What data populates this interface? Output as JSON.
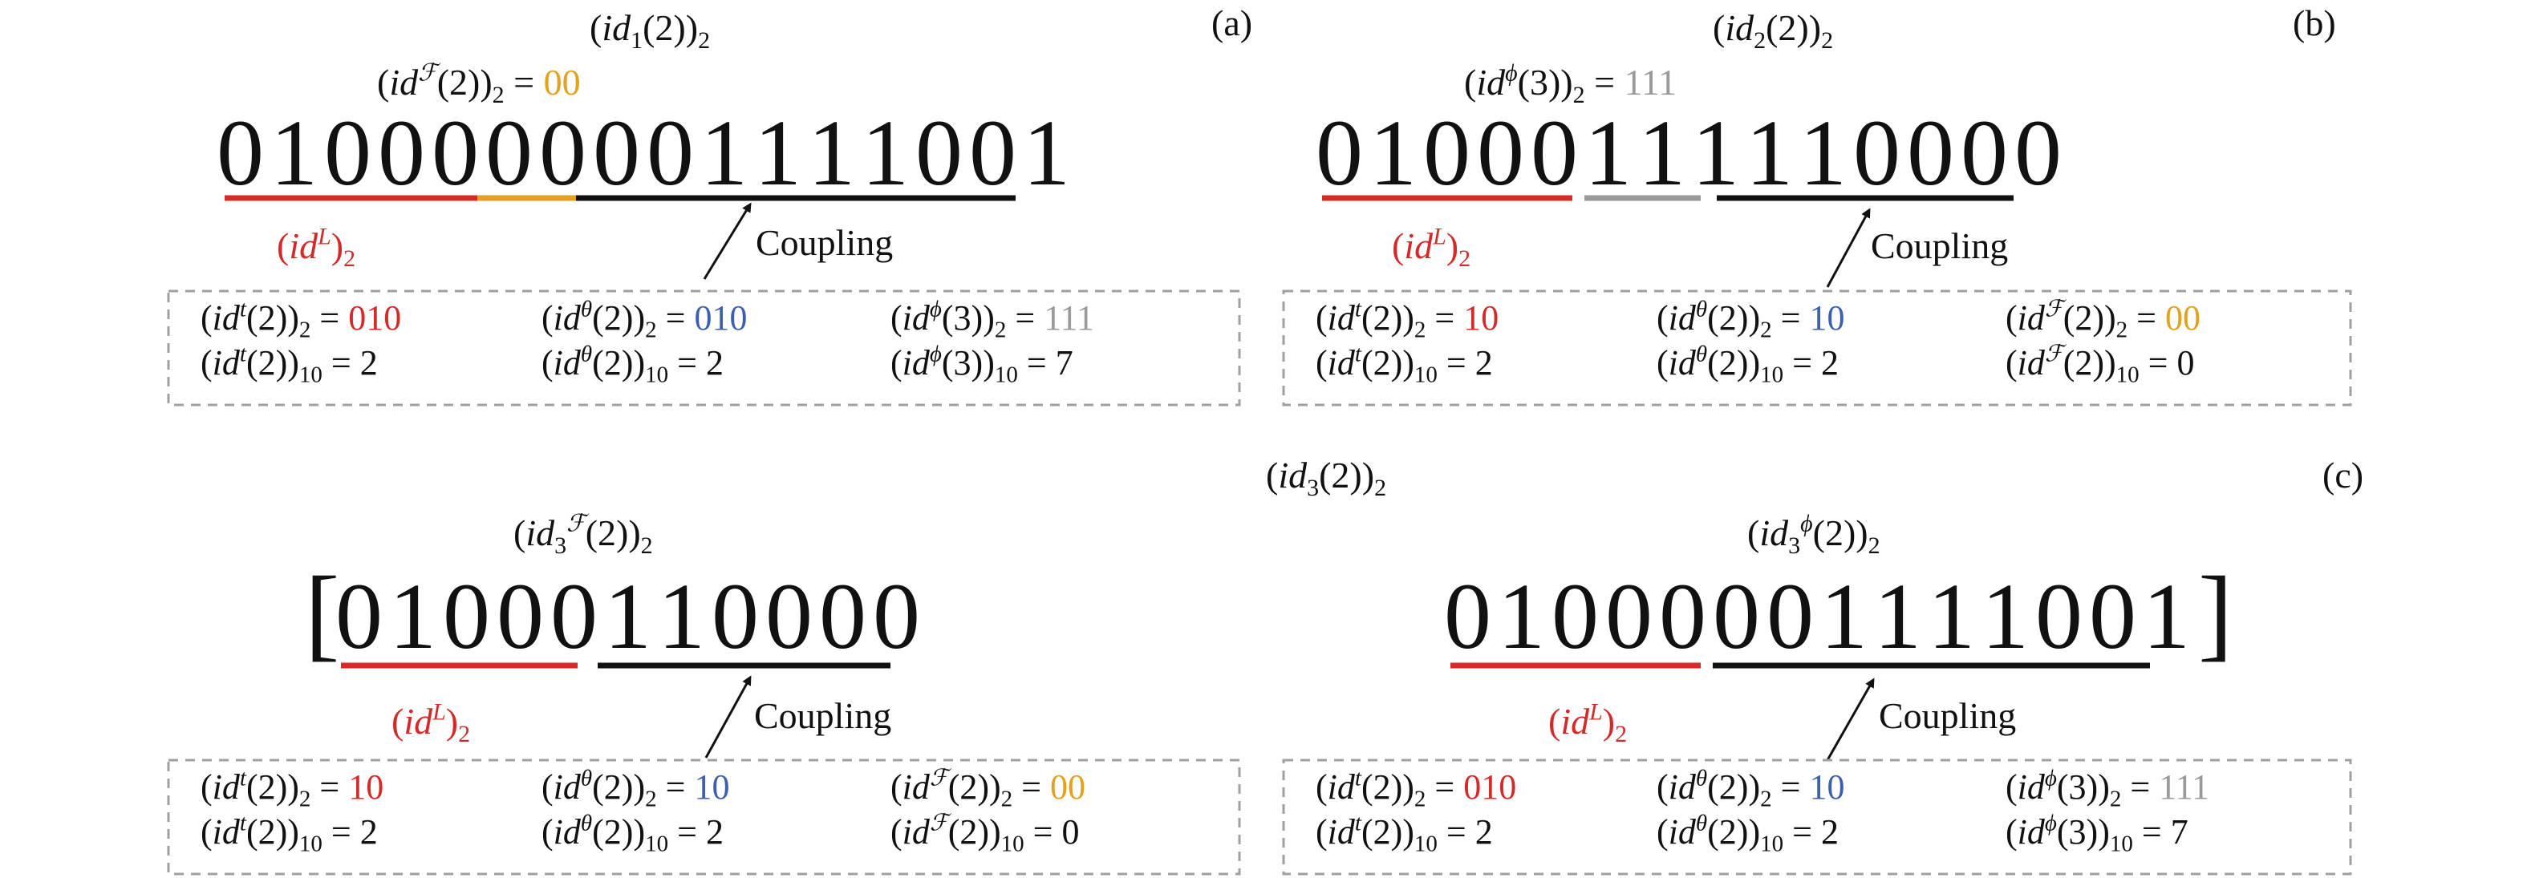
{
  "colors": {
    "black": "#111111",
    "red": "#d42a2a",
    "blue": "#3d5fb0",
    "gray": "#9a9a9a",
    "orange": "#e2a11e",
    "dashed_box": "#a0a0a0"
  },
  "panels": {
    "a": {
      "tag": "(a)",
      "title": "(id1(2))2",
      "top_label": "(idℱ(2))2 = 00",
      "bits": [
        {
          "d": "0",
          "c": "black"
        },
        {
          "d": "1",
          "c": "black"
        },
        {
          "d": "0",
          "c": "black"
        },
        {
          "d": "0",
          "c": "black"
        },
        {
          "d": "0",
          "c": "black"
        },
        {
          "d": "0",
          "c": "orange"
        },
        {
          "d": "0",
          "c": "orange"
        },
        {
          "d": "0",
          "c": "red"
        },
        {
          "d": "0",
          "c": "blue"
        },
        {
          "d": "1",
          "c": "gray"
        },
        {
          "d": "1",
          "c": "red"
        },
        {
          "d": "1",
          "c": "blue"
        },
        {
          "d": "1",
          "c": "gray"
        },
        {
          "d": "0",
          "c": "red"
        },
        {
          "d": "0",
          "c": "blue"
        },
        {
          "d": "1",
          "c": "gray"
        }
      ],
      "leaf_label": "(idL)2",
      "coupling": "Coupling",
      "table": [
        [
          "(idt(2))2 = 010",
          "(idθ(2))2 = 010",
          "(idϕ(3))2 = 111"
        ],
        [
          "(idt(2))10 = 2",
          "(idθ(2))10 = 2",
          "(idϕ(3))10 = 7"
        ]
      ]
    },
    "b": {
      "tag": "(b)",
      "title": "(id2(2))2",
      "top_label": "(idϕ(3))2 = 111",
      "bits": [
        {
          "d": "0",
          "c": "black"
        },
        {
          "d": "1",
          "c": "black"
        },
        {
          "d": "0",
          "c": "black"
        },
        {
          "d": "0",
          "c": "black"
        },
        {
          "d": "0",
          "c": "black"
        },
        {
          "d": "1",
          "c": "gray"
        },
        {
          "d": "1",
          "c": "gray"
        },
        {
          "d": "1",
          "c": "gray"
        },
        {
          "d": "1",
          "c": "red"
        },
        {
          "d": "1",
          "c": "blue"
        },
        {
          "d": "0",
          "c": "orange"
        },
        {
          "d": "0",
          "c": "red"
        },
        {
          "d": "0",
          "c": "blue"
        },
        {
          "d": "0",
          "c": "orange"
        }
      ],
      "leaf_label": "(idL)2",
      "coupling": "Coupling",
      "table": [
        [
          "(idt(2))2 = 10",
          "(idθ(2))2 = 10",
          "(idℱ(2))2 = 00"
        ],
        [
          "(idt(2))10 = 2",
          "(idθ(2))10 = 2",
          "(idℱ(2))10 = 0"
        ]
      ]
    },
    "c": {
      "tag": "(c)",
      "title": "(id3(2))2",
      "left_title": "(id3ℱ(2))2",
      "right_title": "(id3ϕ(2))2",
      "open_bracket": "[",
      "close_bracket": "]",
      "left_bits": [
        {
          "d": "0",
          "c": "black"
        },
        {
          "d": "1",
          "c": "black"
        },
        {
          "d": "0",
          "c": "black"
        },
        {
          "d": "0",
          "c": "black"
        },
        {
          "d": "0",
          "c": "black"
        },
        {
          "d": "1",
          "c": "red"
        },
        {
          "d": "1",
          "c": "blue"
        },
        {
          "d": "0",
          "c": "orange"
        },
        {
          "d": "0",
          "c": "red"
        },
        {
          "d": "0",
          "c": "blue"
        },
        {
          "d": "0",
          "c": "orange"
        }
      ],
      "right_bits": [
        {
          "d": "0",
          "c": "black"
        },
        {
          "d": "1",
          "c": "black"
        },
        {
          "d": "0",
          "c": "black"
        },
        {
          "d": "0",
          "c": "black"
        },
        {
          "d": "0",
          "c": "black"
        },
        {
          "d": "0",
          "c": "red"
        },
        {
          "d": "0",
          "c": "blue"
        },
        {
          "d": "1",
          "c": "gray"
        },
        {
          "d": "1",
          "c": "red"
        },
        {
          "d": "1",
          "c": "blue"
        },
        {
          "d": "1",
          "c": "gray"
        },
        {
          "d": "0",
          "c": "red"
        },
        {
          "d": "0",
          "c": "blue"
        },
        {
          "d": "1",
          "c": "gray"
        }
      ],
      "left_leaf_label": "(idL)2",
      "right_leaf_label": "(idL)2",
      "coupling": "Coupling",
      "left_table": [
        [
          "(idt(2))2 = 10",
          "(idθ(2))2 = 10",
          "(idℱ(2))2 = 00"
        ],
        [
          "(idt(2))10 = 2",
          "(idθ(2))10 = 2",
          "(idℱ(2))10 = 0"
        ]
      ],
      "right_table": [
        [
          "(idt(2))2 = 010",
          "(idθ(2))2 = 10",
          "(idϕ(3))2 = 111"
        ],
        [
          "(idt(2))10 = 2",
          "(idθ(2))10 = 2",
          "(idϕ(3))10 = 7"
        ]
      ]
    }
  }
}
